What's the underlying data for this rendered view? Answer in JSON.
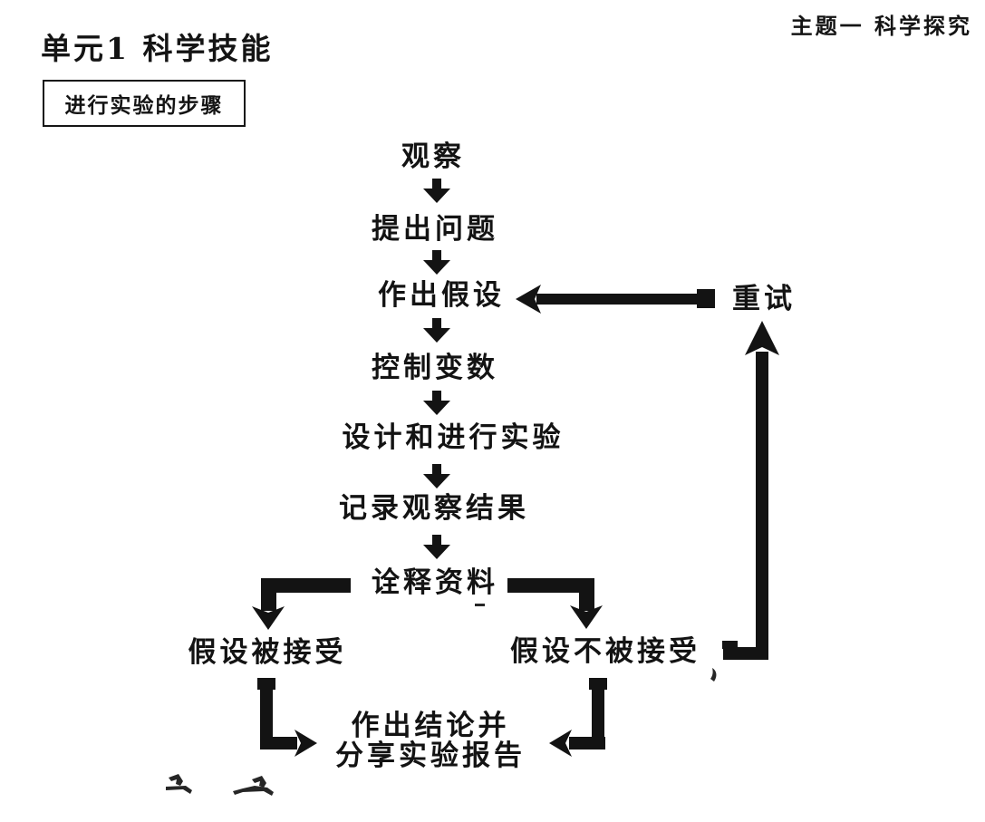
{
  "page": {
    "unit_title": "单元1 科学技能",
    "theme_label": "主题一 科学探究",
    "section_box_label": "进行实验的步骤"
  },
  "flowchart": {
    "steps": {
      "observe": "观察",
      "ask_question": "提出问题",
      "make_hypothesis": "作出假设",
      "retry": "重试",
      "control_variables": "控制变数",
      "design_conduct_experiment": "设计和进行实验",
      "record_observations": "记录观察结果",
      "interpret_data": "诠释资料",
      "hypothesis_accepted": "假设被接受",
      "hypothesis_rejected": "假设不被接受",
      "conclusion_line1": "作出结论并",
      "conclusion_line2": "分享实验报告"
    },
    "edges": [
      "观察 → 提出问题",
      "提出问题 → 作出假设",
      "作出假设 → 控制变数",
      "控制变数 → 设计和进行实验",
      "设计和进行实验 → 记录观察结果",
      "记录观察结果 → 诠释资料",
      "诠释资料 → 假设被接受",
      "诠释资料 → 假设不被接受",
      "假设被接受 → 作出结论并分享实验报告",
      "假设不被接受 → 作出结论并分享实验报告",
      "假设不被接受 → 重试",
      "重试 → 作出假设"
    ],
    "colors": {
      "ink": "#131313",
      "background": "#ffffff"
    }
  }
}
